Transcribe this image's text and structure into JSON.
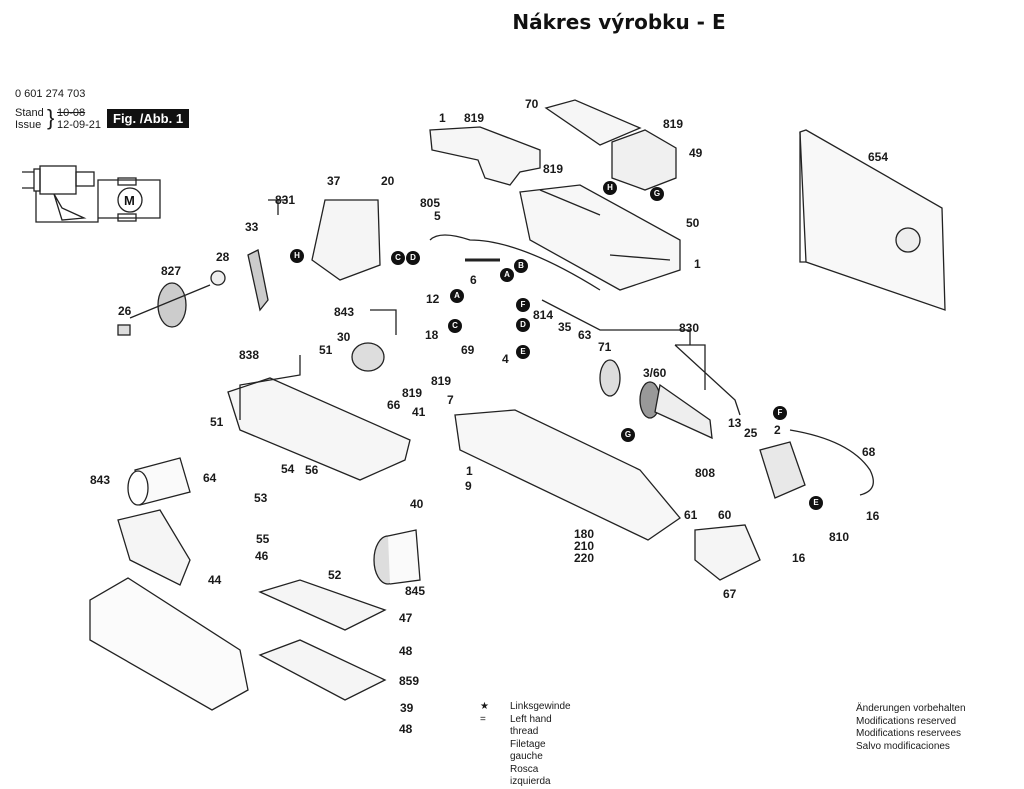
{
  "header": {
    "title": "Nákres výrobku - E",
    "part_number": "0 601 274 703",
    "stand_label": "Stand",
    "issue_label": "Issue",
    "stand_date_struck": "10-08",
    "issue_date": "12-09-21",
    "figure_label": "Fig. /Abb. 1"
  },
  "wiring_diagram": {
    "motor_label": "M"
  },
  "part_labels": [
    {
      "id": "1",
      "text": "1"
    },
    {
      "id": "1b",
      "text": "1"
    },
    {
      "id": "1c",
      "text": "1"
    },
    {
      "id": "2",
      "text": "2"
    },
    {
      "id": "3_60",
      "text": "3/60"
    },
    {
      "id": "4",
      "text": "4"
    },
    {
      "id": "5",
      "text": "5"
    },
    {
      "id": "6",
      "text": "6"
    },
    {
      "id": "7",
      "text": "7"
    },
    {
      "id": "9",
      "text": "9"
    },
    {
      "id": "12",
      "text": "12"
    },
    {
      "id": "13",
      "text": "13"
    },
    {
      "id": "16a",
      "text": "16"
    },
    {
      "id": "16b",
      "text": "16"
    },
    {
      "id": "18",
      "text": "18"
    },
    {
      "id": "20",
      "text": "20"
    },
    {
      "id": "25",
      "text": "25"
    },
    {
      "id": "26",
      "text": "26"
    },
    {
      "id": "28",
      "text": "28"
    },
    {
      "id": "30",
      "text": "30"
    },
    {
      "id": "33",
      "text": "33"
    },
    {
      "id": "35",
      "text": "35"
    },
    {
      "id": "37",
      "text": "37"
    },
    {
      "id": "39",
      "text": "39"
    },
    {
      "id": "40",
      "text": "40"
    },
    {
      "id": "41",
      "text": "41"
    },
    {
      "id": "44",
      "text": "44"
    },
    {
      "id": "46",
      "text": "46"
    },
    {
      "id": "47",
      "text": "47"
    },
    {
      "id": "48a",
      "text": "48"
    },
    {
      "id": "48b",
      "text": "48"
    },
    {
      "id": "49",
      "text": "49"
    },
    {
      "id": "50",
      "text": "50"
    },
    {
      "id": "51a",
      "text": "51"
    },
    {
      "id": "51b",
      "text": "51"
    },
    {
      "id": "52",
      "text": "52"
    },
    {
      "id": "53",
      "text": "53"
    },
    {
      "id": "54",
      "text": "54"
    },
    {
      "id": "55",
      "text": "55"
    },
    {
      "id": "56",
      "text": "56"
    },
    {
      "id": "60",
      "text": "60"
    },
    {
      "id": "61",
      "text": "61"
    },
    {
      "id": "63",
      "text": "63"
    },
    {
      "id": "64",
      "text": "64"
    },
    {
      "id": "66",
      "text": "66"
    },
    {
      "id": "67",
      "text": "67"
    },
    {
      "id": "68",
      "text": "68"
    },
    {
      "id": "69",
      "text": "69"
    },
    {
      "id": "70",
      "text": "70"
    },
    {
      "id": "71",
      "text": "71"
    },
    {
      "id": "180",
      "text": "180"
    },
    {
      "id": "210",
      "text": "210"
    },
    {
      "id": "220",
      "text": "220"
    },
    {
      "id": "654",
      "text": "654"
    },
    {
      "id": "805",
      "text": "805"
    },
    {
      "id": "808",
      "text": "808"
    },
    {
      "id": "810",
      "text": "810"
    },
    {
      "id": "814",
      "text": "814"
    },
    {
      "id": "819a",
      "text": "819"
    },
    {
      "id": "819b",
      "text": "819"
    },
    {
      "id": "819c",
      "text": "819"
    },
    {
      "id": "819d",
      "text": "819"
    },
    {
      "id": "819e",
      "text": "819"
    },
    {
      "id": "827",
      "text": "827"
    },
    {
      "id": "830",
      "text": "830"
    },
    {
      "id": "831",
      "text": "831"
    },
    {
      "id": "838",
      "text": "838"
    },
    {
      "id": "843a",
      "text": "843"
    },
    {
      "id": "843b",
      "text": "843"
    },
    {
      "id": "845",
      "text": "845"
    },
    {
      "id": "859",
      "text": "859"
    }
  ],
  "connection_markers": [
    "A",
    "B",
    "C",
    "D",
    "E",
    "F",
    "G",
    "H"
  ],
  "legend": {
    "star_symbol": "★ =",
    "left_thread": [
      "Linksgewinde",
      "Left hand thread",
      "Filetage gauche",
      "Rosca izquierda"
    ],
    "modifications": [
      "Änderungen vorbehalten",
      "Modifications reserved",
      "Modifications reservees",
      "Salvo modificaciones"
    ]
  }
}
